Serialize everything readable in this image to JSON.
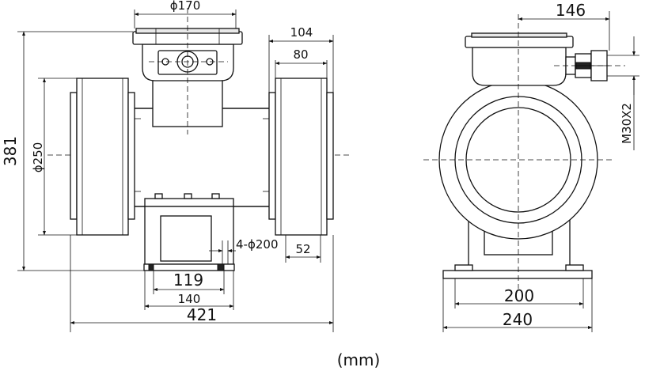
{
  "side_view": {
    "flange_top_diameter": "ϕ170",
    "flange_width_outer": "104",
    "flange_width_inner": "80",
    "overall_height": "381",
    "pipe_diameter": "ϕ250",
    "bolt_holes": "4-ϕ200",
    "base_edge": "52",
    "base_inner": "119",
    "base_outer": "140",
    "overall_length": "421"
  },
  "front_view": {
    "top_offset": "146",
    "thread": "M30X2",
    "base_inner": "200",
    "base_outer": "240"
  },
  "unit_label": "(mm)"
}
